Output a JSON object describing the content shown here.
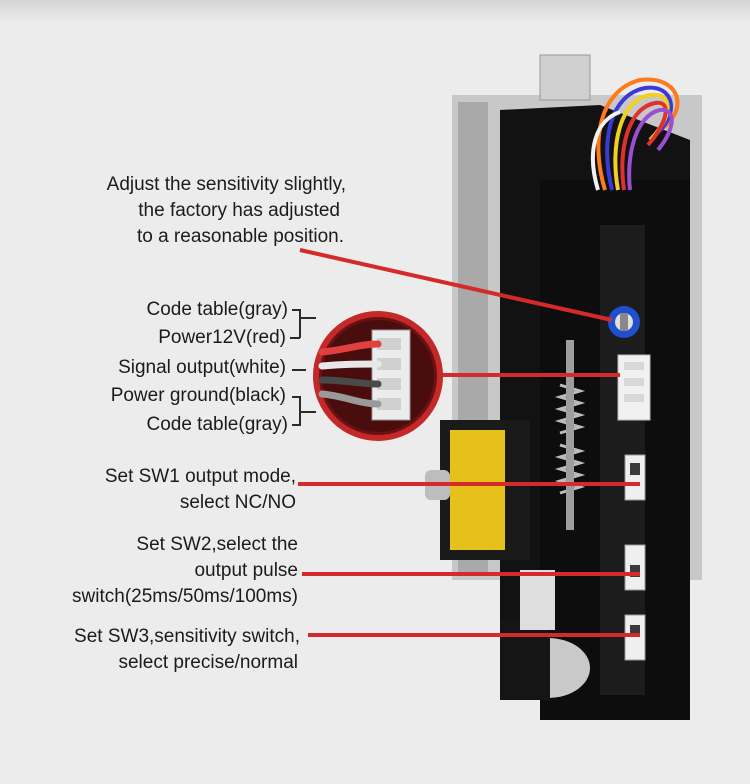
{
  "annotations": {
    "sensitivity": [
      "Adjust the sensitivity slightly,",
      "the factory has adjusted",
      "to a reasonable position."
    ],
    "connector_pins": [
      "Code table(gray)",
      "Power12V(red)",
      "Signal output(white)",
      "Power ground(black)",
      "Code table(gray)"
    ],
    "sw1": [
      "Set SW1 output mode,",
      "select NC/NO"
    ],
    "sw2": [
      "Set SW2,select the",
      "output pulse",
      "switch(25ms/50ms/100ms)"
    ],
    "sw3": [
      "Set SW3,sensitivity switch,",
      "select precise/normal"
    ]
  },
  "colors": {
    "background": "#ececec",
    "leader_line": "#d42a2a",
    "device_body": "#111111",
    "metal_plate": "#c9c9c9",
    "coil": "#e8c21c"
  }
}
